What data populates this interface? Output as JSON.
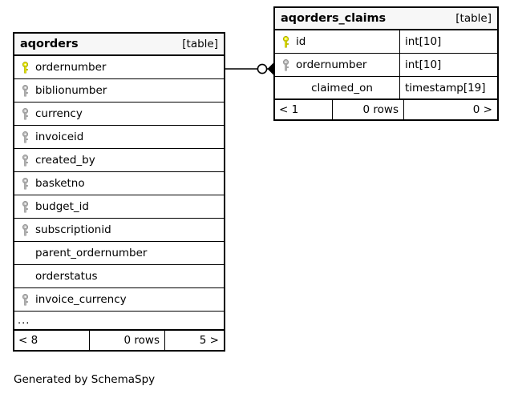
{
  "diagram": {
    "caption": "Generated by SchemaSpy",
    "table_tag": "[table]",
    "relationship": {
      "from_table": "aqorders",
      "from_column": "ordernumber",
      "to_table": "aqorders_claims",
      "to_column": "ordernumber",
      "left_cardinality": "zero-or-one",
      "right_cardinality": "many",
      "left_marker_icon": "circle-zero-marker-icon",
      "right_marker_icon": "crowsfoot-many-marker-icon"
    },
    "colors": {
      "primary_key": "#e8e800",
      "foreign_key": "#b4b4b4",
      "border": "#000000",
      "header_background": "#f7f7f7",
      "background": "#ffffff",
      "text": "#000000"
    }
  },
  "tables": [
    {
      "id": "aqorders",
      "name": "aqorders",
      "tag": "[table]",
      "show_types": false,
      "columns": [
        {
          "name": "ordernumber",
          "key": "primary",
          "type": ""
        },
        {
          "name": "biblionumber",
          "key": "foreign",
          "type": ""
        },
        {
          "name": "currency",
          "key": "foreign",
          "type": ""
        },
        {
          "name": "invoiceid",
          "key": "foreign",
          "type": ""
        },
        {
          "name": "created_by",
          "key": "foreign",
          "type": ""
        },
        {
          "name": "basketno",
          "key": "foreign",
          "type": ""
        },
        {
          "name": "budget_id",
          "key": "foreign",
          "type": ""
        },
        {
          "name": "subscriptionid",
          "key": "foreign",
          "type": ""
        },
        {
          "name": "parent_ordernumber",
          "key": "none",
          "type": ""
        },
        {
          "name": "orderstatus",
          "key": "none",
          "type": ""
        },
        {
          "name": "invoice_currency",
          "key": "foreign",
          "type": ""
        }
      ],
      "overflow_indicator": "...",
      "footer": {
        "left": "< 8",
        "middle": "0 rows",
        "right": "5 >"
      }
    },
    {
      "id": "aqorders_claims",
      "name": "aqorders_claims",
      "tag": "[table]",
      "show_types": true,
      "columns": [
        {
          "name": "id",
          "key": "primary",
          "type": "int[10]"
        },
        {
          "name": "ordernumber",
          "key": "foreign",
          "type": "int[10]"
        },
        {
          "name": "claimed_on",
          "key": "none",
          "type": "timestamp[19]"
        }
      ],
      "overflow_indicator": "",
      "footer": {
        "left": "< 1",
        "middle": "0 rows",
        "right": "0 >"
      }
    }
  ]
}
